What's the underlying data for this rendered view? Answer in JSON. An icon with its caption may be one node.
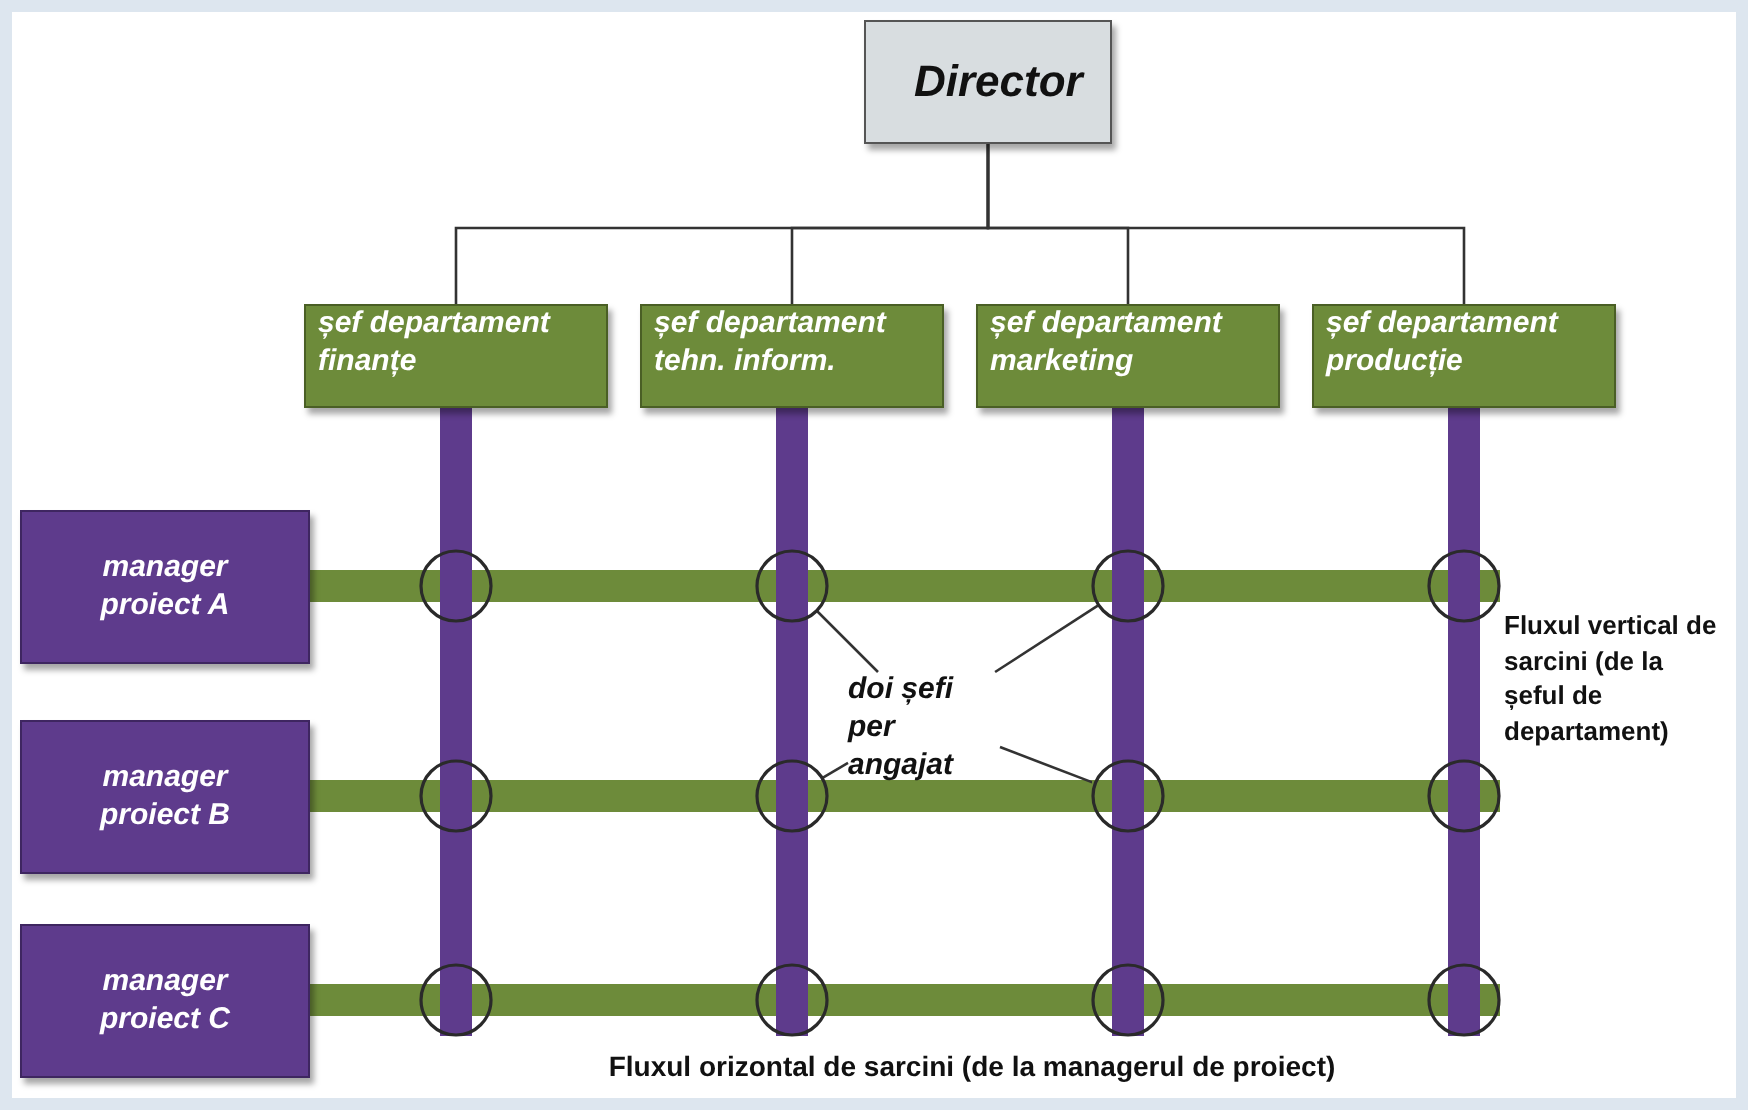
{
  "diagram": {
    "nodes": [
      {
        "text": [
          "Director"
        ]
      },
      {
        "text": [
          "șef departament finanțe"
        ]
      },
      {
        "text": [
          "șef departament tehn. inform."
        ]
      },
      {
        "text": [
          "șef departament marketing"
        ]
      },
      {
        "text": [
          "șef departament producție"
        ]
      },
      {
        "text": [
          "manager proiect A"
        ]
      },
      {
        "text": [
          "manager proiect B"
        ]
      },
      {
        "text": [
          "manager proiect C"
        ]
      },
      {
        "text": [],
        "shape": "circle"
      },
      {
        "text": [],
        "shape": "circle"
      },
      {
        "text": [],
        "shape": "circle"
      },
      {
        "text": [],
        "shape": "circle"
      },
      {
        "text": [],
        "shape": "circle"
      },
      {
        "text": [],
        "shape": "circle"
      },
      {
        "text": [],
        "shape": "circle"
      },
      {
        "text": [],
        "shape": "circle"
      },
      {
        "text": [],
        "shape": "circle"
      },
      {
        "text": [],
        "shape": "circle"
      },
      {
        "text": [],
        "shape": "circle"
      },
      {
        "text": [],
        "shape": "circle"
      },
      {
        "text": [
          "doi șefi per angajat"
        ]
      }
    ],
    "edges": [
      {
        "from": 0,
        "to": 1,
        "arrow": "none"
      },
      {
        "from": 0,
        "to": 2,
        "arrow": "none"
      },
      {
        "from": 0,
        "to": 3,
        "arrow": "none"
      },
      {
        "from": 0,
        "to": 4,
        "arrow": "none"
      },
      {
        "from": 1,
        "to": 8,
        "arrow": "none",
        "style": "thick",
        "color": "#5e3b8c"
      },
      {
        "from": 8,
        "to": 12,
        "arrow": "none",
        "style": "thick",
        "color": "#5e3b8c"
      },
      {
        "from": 12,
        "to": 16,
        "arrow": "none",
        "style": "thick",
        "color": "#5e3b8c"
      },
      {
        "from": 2,
        "to": 9,
        "arrow": "none",
        "style": "thick",
        "color": "#5e3b8c"
      },
      {
        "from": 9,
        "to": 13,
        "arrow": "none",
        "style": "thick",
        "color": "#5e3b8c"
      },
      {
        "from": 13,
        "to": 17,
        "arrow": "none",
        "style": "thick",
        "color": "#5e3b8c"
      },
      {
        "from": 3,
        "to": 10,
        "arrow": "none",
        "style": "thick",
        "color": "#5e3b8c"
      },
      {
        "from": 10,
        "to": 14,
        "arrow": "none",
        "style": "thick",
        "color": "#5e3b8c"
      },
      {
        "from": 14,
        "to": 18,
        "arrow": "none",
        "style": "thick",
        "color": "#5e3b8c"
      },
      {
        "from": 4,
        "to": 11,
        "arrow": "none",
        "style": "thick",
        "color": "#5e3b8c"
      },
      {
        "from": 11,
        "to": 15,
        "arrow": "none",
        "style": "thick",
        "color": "#5e3b8c"
      },
      {
        "from": 15,
        "to": 19,
        "arrow": "none",
        "style": "thick",
        "color": "#5e3b8c"
      },
      {
        "from": 5,
        "to": 8,
        "arrow": "none",
        "style": "thick",
        "color": "#6d8b3a"
      },
      {
        "from": 8,
        "to": 9,
        "arrow": "none",
        "style": "thick",
        "color": "#6d8b3a"
      },
      {
        "from": 9,
        "to": 10,
        "arrow": "none",
        "style": "thick",
        "color": "#6d8b3a"
      },
      {
        "from": 10,
        "to": 11,
        "arrow": "none",
        "style": "thick",
        "color": "#6d8b3a"
      },
      {
        "from": 6,
        "to": 12,
        "arrow": "none",
        "style": "thick",
        "color": "#6d8b3a"
      },
      {
        "from": 12,
        "to": 13,
        "arrow": "none",
        "style": "thick",
        "color": "#6d8b3a"
      },
      {
        "from": 13,
        "to": 14,
        "arrow": "none",
        "style": "thick",
        "color": "#6d8b3a"
      },
      {
        "from": 14,
        "to": 15,
        "arrow": "none",
        "style": "thick",
        "color": "#6d8b3a"
      },
      {
        "from": 7,
        "to": 16,
        "arrow": "none",
        "style": "thick",
        "color": "#6d8b3a"
      },
      {
        "from": 16,
        "to": 17,
        "arrow": "none",
        "style": "thick",
        "color": "#6d8b3a"
      },
      {
        "from": 17,
        "to": 18,
        "arrow": "none",
        "style": "thick",
        "color": "#6d8b3a"
      },
      {
        "from": 18,
        "to": 19,
        "arrow": "none",
        "style": "thick",
        "color": "#6d8b3a"
      },
      {
        "from": 20,
        "to": 9,
        "arrow": "none"
      },
      {
        "from": 20,
        "to": 10,
        "arrow": "none"
      },
      {
        "from": 20,
        "to": 13,
        "arrow": "none"
      },
      {
        "from": 20,
        "to": 14,
        "arrow": "none"
      }
    ],
    "labels": [
      "Fluxul vertical de sarcini (de la șeful de departament)",
      "Fluxul orizontal de sarcini (de la managerul de proiect)"
    ]
  }
}
